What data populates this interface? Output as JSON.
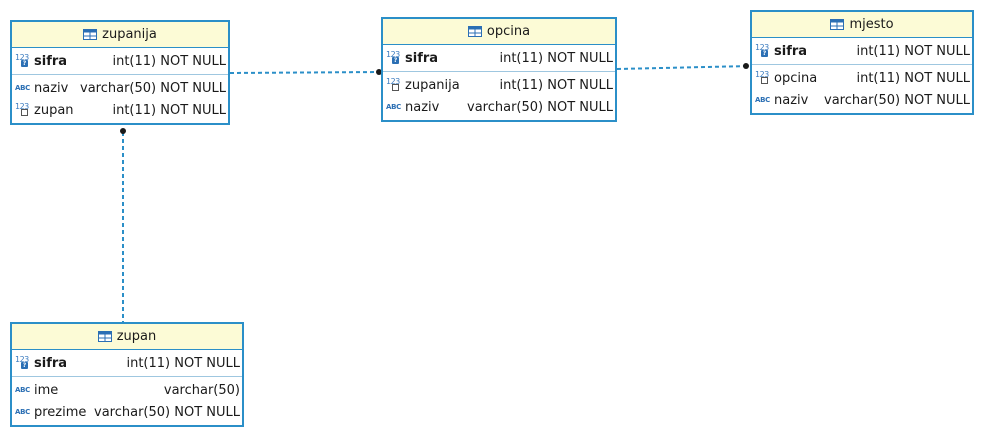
{
  "tables": [
    {
      "key": "zupanija",
      "title": "zupanija",
      "pk": [
        {
          "name": "sifra",
          "type": "int(11) NOT NULL",
          "icon": "numeric-key-icon"
        }
      ],
      "cols": [
        {
          "name": "naziv",
          "type": "varchar(50) NOT NULL",
          "icon": "text-column-icon"
        },
        {
          "name": "zupan",
          "type": "int(11) NOT NULL",
          "icon": "numeric-fk-icon"
        }
      ]
    },
    {
      "key": "opcina",
      "title": "opcina",
      "pk": [
        {
          "name": "sifra",
          "type": "int(11) NOT NULL",
          "icon": "numeric-key-icon"
        }
      ],
      "cols": [
        {
          "name": "zupanija",
          "type": "int(11) NOT NULL",
          "icon": "numeric-fk-icon"
        },
        {
          "name": "naziv",
          "type": "varchar(50) NOT NULL",
          "icon": "text-column-icon"
        }
      ]
    },
    {
      "key": "mjesto",
      "title": "mjesto",
      "pk": [
        {
          "name": "sifra",
          "type": "int(11) NOT NULL",
          "icon": "numeric-key-icon"
        }
      ],
      "cols": [
        {
          "name": "opcina",
          "type": "int(11) NOT NULL",
          "icon": "numeric-fk-icon"
        },
        {
          "name": "naziv",
          "type": "varchar(50) NOT NULL",
          "icon": "text-column-icon"
        }
      ]
    },
    {
      "key": "zupan",
      "title": "zupan",
      "pk": [
        {
          "name": "sifra",
          "type": "int(11) NOT NULL",
          "icon": "numeric-key-icon"
        }
      ],
      "cols": [
        {
          "name": "ime",
          "type": "varchar(50)",
          "icon": "text-column-icon"
        },
        {
          "name": "prezime",
          "type": "varchar(50) NOT NULL",
          "icon": "text-column-icon"
        }
      ]
    }
  ],
  "colors": {
    "border": "#2b8fc8",
    "header_bg": "#fcfbd6",
    "connector": "#2b8fc8",
    "icon_blue": "#2b6fb4"
  }
}
